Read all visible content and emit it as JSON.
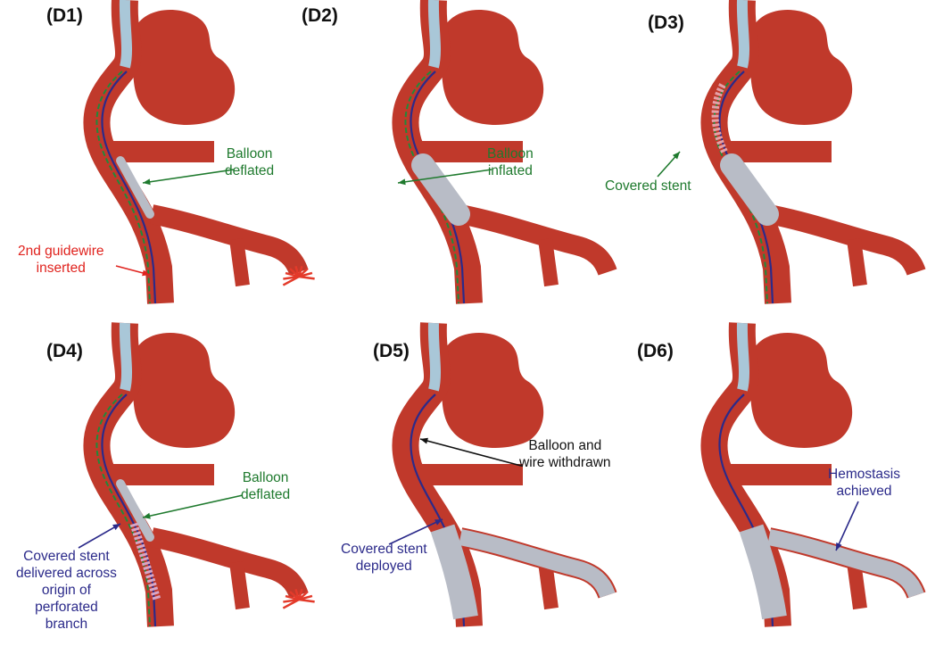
{
  "colors": {
    "vessel": "#c0392b",
    "vessel_dark": "#8e2418",
    "catheter": "#a9c7d8",
    "wire_blue": "#2b2a8a",
    "wire_green": "#1f8a3a",
    "stent": "#b8bcc6",
    "label_green": "#1f7a2e",
    "label_red": "#e0231e",
    "label_blue": "#2b2a8a"
  },
  "panels": [
    {
      "id": "D1",
      "label": "(D1)",
      "annotations": [
        {
          "key": "balloon",
          "text": "Balloon\ndeflated",
          "color": "green"
        },
        {
          "key": "wire",
          "text": "2nd guidewire\ninserted",
          "color": "red"
        }
      ]
    },
    {
      "id": "D2",
      "label": "(D2)",
      "annotations": [
        {
          "key": "balloon",
          "text": "Balloon\ninflated",
          "color": "green"
        }
      ]
    },
    {
      "id": "D3",
      "label": "(D3)",
      "annotations": [
        {
          "key": "stent",
          "text": "Covered stent",
          "color": "green"
        }
      ]
    },
    {
      "id": "D4",
      "label": "(D4)",
      "annotations": [
        {
          "key": "balloon",
          "text": "Balloon\ndeflated",
          "color": "green"
        },
        {
          "key": "stent",
          "text": "Covered stent\ndelivered across\norigin of\nperforated\nbranch",
          "color": "blue"
        }
      ]
    },
    {
      "id": "D5",
      "label": "(D5)",
      "annotations": [
        {
          "key": "withdrawn",
          "text": "Balloon and\nwire withdrawn",
          "color": "black"
        },
        {
          "key": "deployed",
          "text": "Covered stent\ndeployed",
          "color": "blue"
        }
      ]
    },
    {
      "id": "D6",
      "label": "(D6)",
      "annotations": [
        {
          "key": "hemostasis",
          "text": "Hemostasis\nachieved",
          "color": "blue"
        }
      ]
    }
  ]
}
